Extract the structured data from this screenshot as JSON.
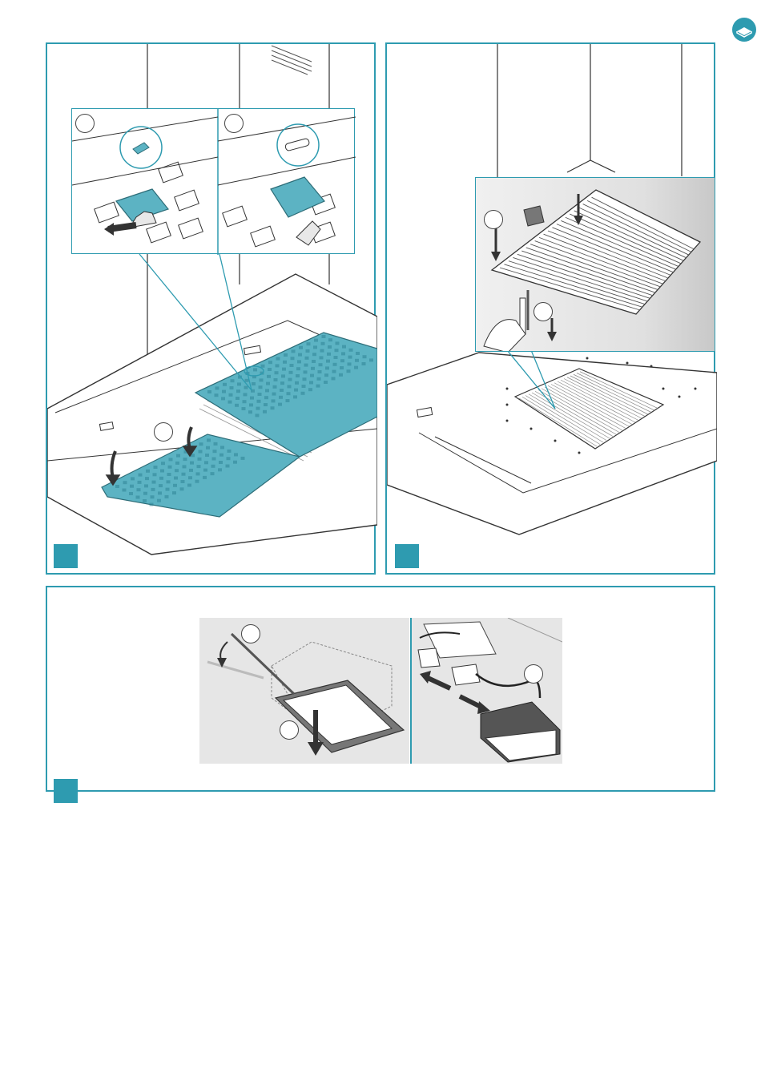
{
  "colors": {
    "accent": "#2e9bb0",
    "filter_fill": "#5cb3c3",
    "line": "#333333",
    "panel_gray": "#e4e4e4"
  },
  "icons": {
    "corner": "book-icon",
    "badge": "step-number-badge"
  },
  "panels": [
    {
      "id": "panel-grease-filter",
      "step_badge": ""
    },
    {
      "id": "panel-carbon-filter",
      "step_badge": ""
    },
    {
      "id": "panel-light-unit",
      "step_badge": ""
    }
  ]
}
